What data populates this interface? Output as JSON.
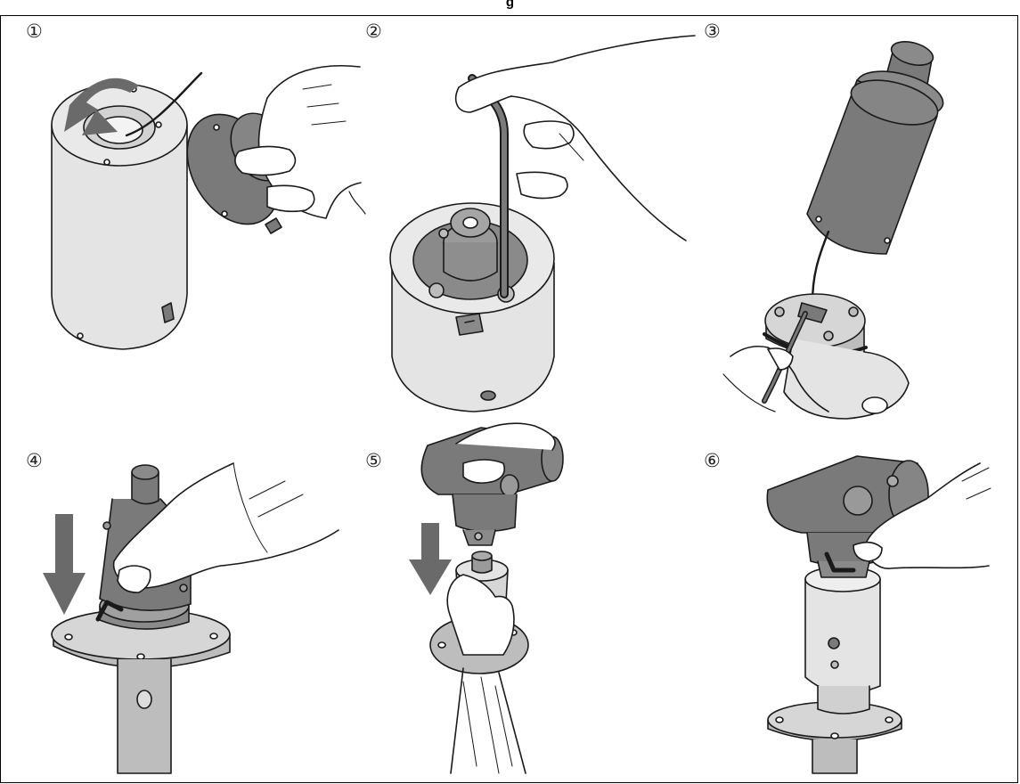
{
  "header": {
    "title": "g"
  },
  "steps": [
    {
      "number": "①"
    },
    {
      "number": "②"
    },
    {
      "number": "③"
    },
    {
      "number": "④"
    },
    {
      "number": "⑤"
    },
    {
      "number": "⑥"
    }
  ],
  "colors": {
    "dark_part": "#7a7a7a",
    "light_part": "#e4e4e4",
    "mid_part": "#c8c8c8",
    "arrow": "#6a6a6a",
    "outline": "#1a1a1a"
  }
}
